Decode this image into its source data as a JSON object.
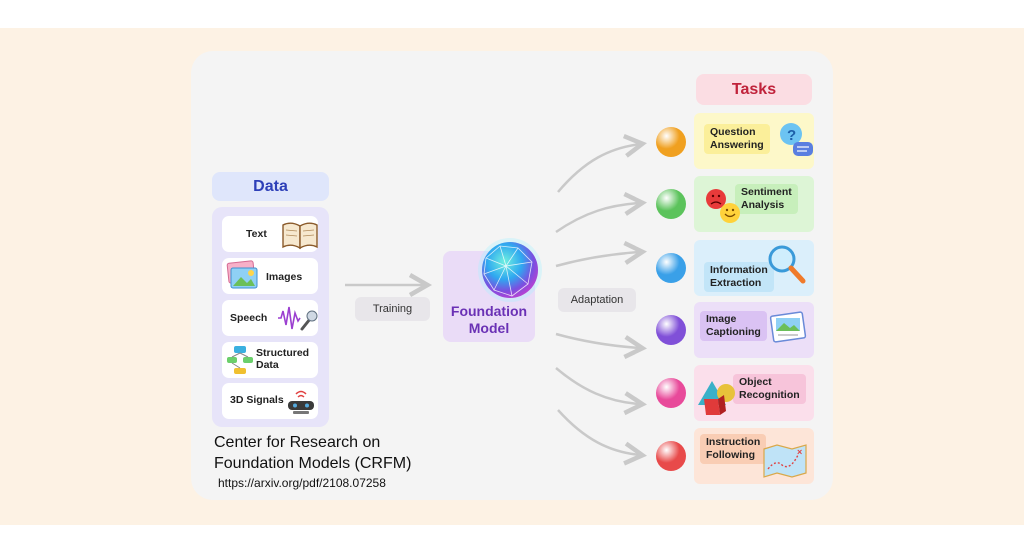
{
  "data_section": {
    "title": "Data",
    "items": [
      {
        "label": "Text",
        "icon": "book-icon"
      },
      {
        "label": "Images",
        "icon": "images-icon"
      },
      {
        "label": "Speech",
        "icon": "microphone-icon"
      },
      {
        "label": "Structured Data",
        "icon": "structured-data-icon"
      },
      {
        "label": "3D Signals",
        "icon": "sensor-icon"
      }
    ]
  },
  "training_label": "Training",
  "adaptation_label": "Adaptation",
  "foundation_model": {
    "label_line1": "Foundation",
    "label_line2": "Model"
  },
  "tasks_section": {
    "title": "Tasks",
    "items": [
      {
        "line1": "Question",
        "line2": "Answering",
        "icon": "question-bubble-icon",
        "bg": "#fdf8c9",
        "label_bg": "#fbef9a",
        "sphere": "#f0a020"
      },
      {
        "line1": "Sentiment",
        "line2": "Analysis",
        "icon": "emoji-faces-icon",
        "bg": "#ddf5d6",
        "label_bg": "#c7efbb",
        "sphere": "#5cc35c"
      },
      {
        "line1": "Information",
        "line2": "Extraction",
        "icon": "magnifier-icon",
        "bg": "#dbeffb",
        "label_bg": "#c2e5f8",
        "sphere": "#3aa0e8"
      },
      {
        "line1": "Image",
        "line2": "Captioning",
        "icon": "picture-icon",
        "bg": "#ecdff8",
        "label_bg": "#dac2f3",
        "sphere": "#8050d8"
      },
      {
        "line1": "Object",
        "line2": "Recognition",
        "icon": "shapes-icon",
        "bg": "#fbdfeb",
        "label_bg": "#f7c4da",
        "sphere": "#e84a9a"
      },
      {
        "line1": "Instruction",
        "line2": "Following",
        "icon": "map-icon",
        "bg": "#fde5d8",
        "label_bg": "#f9cdb4",
        "sphere": "#e84a4a"
      }
    ]
  },
  "credit": {
    "line1": "Center for Research on",
    "line2": "Foundation Models (CRFM)",
    "url": "https://arxiv.org/pdf/2108.07258"
  }
}
